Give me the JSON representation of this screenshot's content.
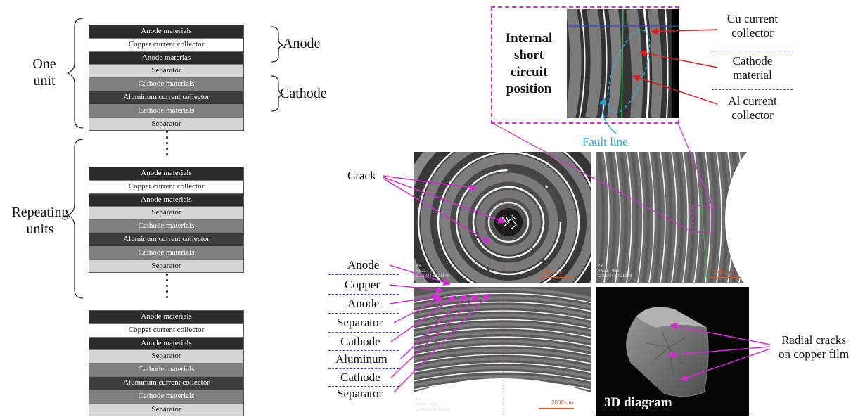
{
  "stack_layers": [
    {
      "type": "anode",
      "label": "Anode materials"
    },
    {
      "type": "copper",
      "label": "Copper current collector"
    },
    {
      "type": "anode",
      "label": "Anode materias"
    },
    {
      "type": "separator",
      "label": "Separator"
    },
    {
      "type": "cathode",
      "label": "Cathode materials"
    },
    {
      "type": "aluminum",
      "label": "Aluminum current collector"
    },
    {
      "type": "cathode",
      "label": "Cathode materials"
    },
    {
      "type": "separator",
      "label": "Separator"
    }
  ],
  "stack_layers_repeat": [
    {
      "type": "anode",
      "label": "Anode materials"
    },
    {
      "type": "copper",
      "label": "Copper current collector"
    },
    {
      "type": "anode",
      "label": "Anode materials"
    },
    {
      "type": "separator",
      "label": "Separator"
    },
    {
      "type": "cathode",
      "label": "Cathode materials"
    },
    {
      "type": "aluminum",
      "label": "Aluminum current collector"
    },
    {
      "type": "cathode",
      "label": "Cathode materials"
    },
    {
      "type": "separator",
      "label": "Separator"
    }
  ],
  "left_labels": {
    "one_unit_line1": "One",
    "one_unit_line2": "unit",
    "repeating_line1": "Repeating",
    "repeating_line2": "units",
    "anode": "Anode",
    "cathode": "Cathode"
  },
  "inset": {
    "title_lines": [
      "Internal",
      "short",
      "circuit",
      "position"
    ],
    "right_labels": [
      [
        "Cu current",
        "collector"
      ],
      [
        "Cathode",
        "material"
      ],
      [
        "Al current",
        "collector"
      ]
    ],
    "fault_line": "Fault line"
  },
  "crack_label": "Crack",
  "layer_labels": [
    "Anode",
    "Copper",
    "Anode",
    "Separator",
    "Cathode",
    "Aluminum",
    "Cathode",
    "Separator"
  ],
  "radial_label": [
    "Radial cracks",
    "on copper film"
  ],
  "diagram_3d_label": "3D diagram",
  "scale_labels": [
    "2000 um",
    "2000 um",
    "2000 um"
  ],
  "corner_texts": [
    "XY\n# 521 / 0 0\nC 26244 W 21848",
    "ZY\n# 521 / 996\nC 26244 W 21848",
    "XY\n# 530 / 965\nC 26244 W 21848"
  ],
  "colors": {
    "magenta": "#d62bd6",
    "red_arrow": "#e01b1b",
    "fault_cyan": "#29a8e0",
    "dashed_blue": "#3340c8"
  }
}
